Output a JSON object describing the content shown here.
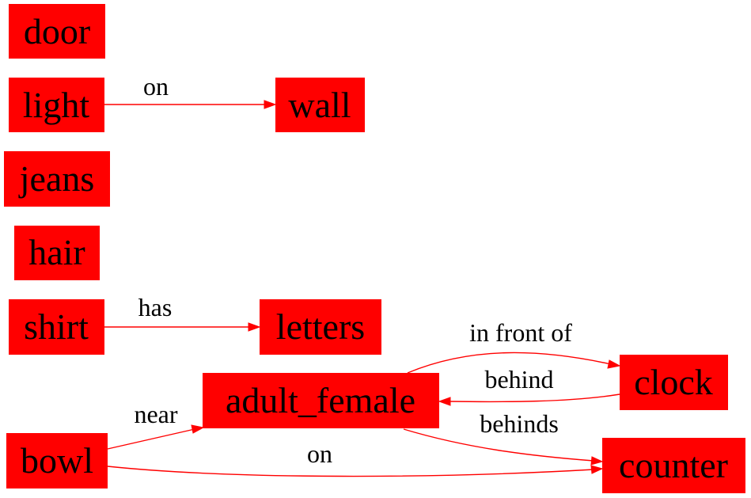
{
  "colors": {
    "node_fill": "#ff0000",
    "edge": "#ff0000",
    "text": "#000000",
    "background": "#ffffff"
  },
  "nodes": {
    "door": "door",
    "light": "light",
    "wall": "wall",
    "jeans": "jeans",
    "hair": "hair",
    "shirt": "shirt",
    "letters": "letters",
    "adult_female": "adult_female",
    "clock": "clock",
    "bowl": "bowl",
    "counter": "counter"
  },
  "edges": [
    {
      "id": "light-wall",
      "from": "light",
      "to": "wall",
      "label": "on"
    },
    {
      "id": "shirt-letters",
      "from": "shirt",
      "to": "letters",
      "label": "has"
    },
    {
      "id": "adult_female-clock",
      "from": "adult_female",
      "to": "clock",
      "label": "in front of"
    },
    {
      "id": "clock-adult_female",
      "from": "clock",
      "to": "adult_female",
      "label": "behind"
    },
    {
      "id": "adult_female-counter",
      "from": "adult_female",
      "to": "counter",
      "label": "behinds"
    },
    {
      "id": "bowl-adult_female",
      "from": "bowl",
      "to": "adult_female",
      "label": "near"
    },
    {
      "id": "bowl-counter",
      "from": "bowl",
      "to": "counter",
      "label": "on"
    }
  ]
}
